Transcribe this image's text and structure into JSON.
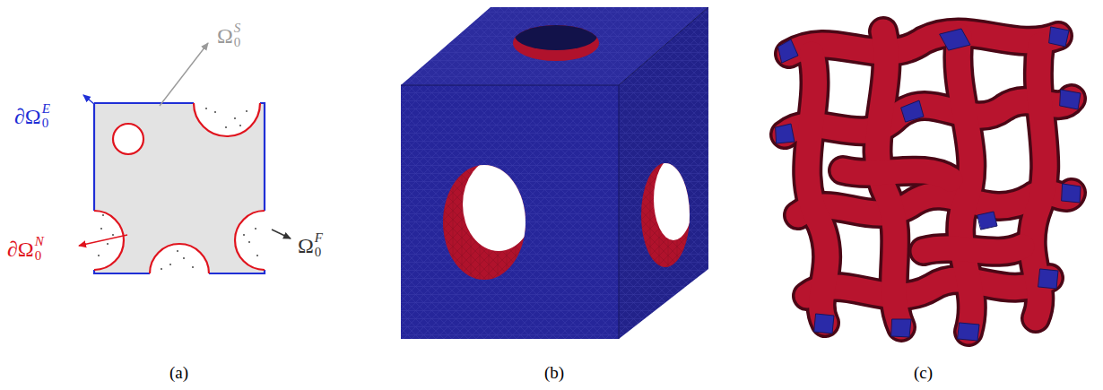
{
  "diagram": {
    "labels": [
      "Ω",
      "S",
      "0",
      "∂Ω",
      "E",
      "0",
      "∂Ω",
      "N",
      "0",
      "Ω",
      "F",
      "0",
      "(a)",
      "(b)",
      "(c)"
    ]
  }
}
